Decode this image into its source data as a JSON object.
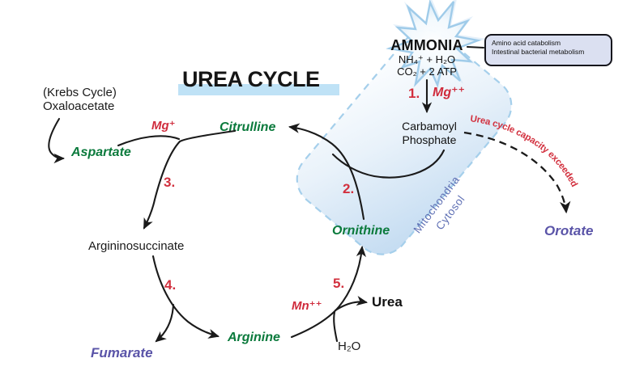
{
  "title": "UREA CYCLE",
  "krebs": {
    "line1": "(Krebs Cycle)",
    "line2": "Oxaloacetate"
  },
  "nodes": {
    "aspartate": "Aspartate",
    "citrulline": "Citrulline",
    "argininosuccinate": "Argininosuccinate",
    "fumarate": "Fumarate",
    "arginine": "Arginine",
    "ornithine": "Ornithine",
    "urea": "Urea",
    "h2o": "H₂O",
    "orotate": "Orotate",
    "carbamoyl_line1": "Carbamoyl",
    "carbamoyl_line2": "Phosphate"
  },
  "steps": {
    "s1": "1.",
    "s2": "2.",
    "s3": "3.",
    "s4": "4.",
    "s5": "5."
  },
  "cofactors": {
    "step1": "Mg⁺⁺",
    "step3": "Mg⁺",
    "step5": "Mn⁺⁺"
  },
  "ammonia": {
    "title": "AMMONIA",
    "substrates_line1": "NH₄⁺ + H₂O",
    "substrates_line2": "CO₂ + 2 ATP"
  },
  "callout": {
    "line1": "Amino acid catabolism",
    "line2": "Intestinal bacterial metabolism"
  },
  "compartments": {
    "inner": "Mitochondria",
    "outer": "Cytosol"
  },
  "overflow": {
    "label": "Urea cycle capacity exceeded"
  },
  "colors": {
    "step_red": "#d2303e",
    "metabolite_green": "#0b7a3c",
    "byproduct_purple": "#5a54a8",
    "compartment_blue": "#5e6fb4",
    "membrane_stroke": "#a5cfeb",
    "membrane_fill": "#c6ddf2",
    "title_band": "#bfe2f6",
    "callout_bg": "#dbe0f1",
    "arrow_black": "#1a1a1a"
  }
}
